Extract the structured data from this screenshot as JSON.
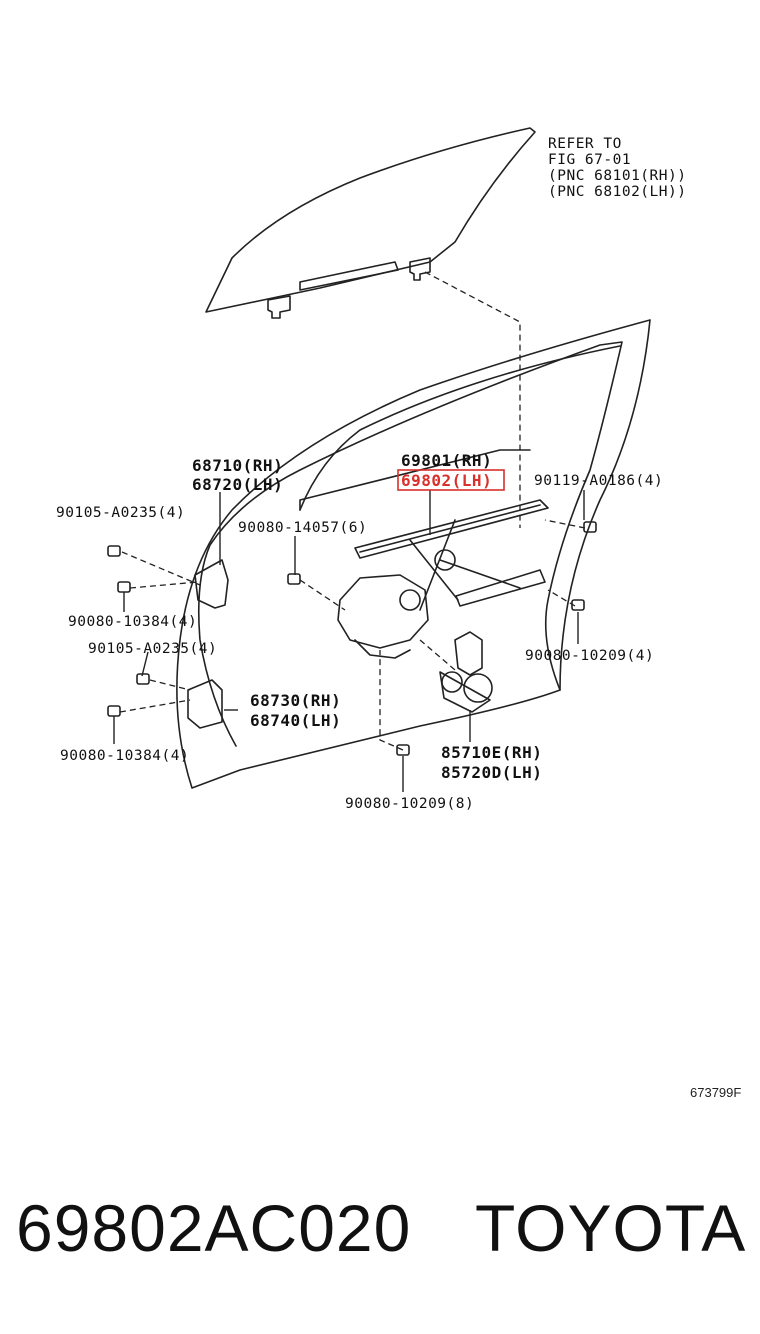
{
  "refer": {
    "line1": "REFER TO",
    "line2": "FIG 67-01",
    "line3": "(PNC 68101(RH))",
    "line4": "(PNC 68102(LH))"
  },
  "labels": {
    "run_rh": "68710(RH)",
    "run_lh": "68720(LH)",
    "regulator_rh": "69801(RH)",
    "regulator_lh": "69802(LH)",
    "bolt_a0186": "90119-A0186(4)",
    "bolt_a0235_top": "90105-A0235(4)",
    "bolt_14057": "90080-14057(6)",
    "bolt_10384_top": "90080-10384(4)",
    "bolt_a0235_mid": "90105-A0235(4)",
    "hinge_rh": "68730(RH)",
    "hinge_lh": "68740(LH)",
    "bolt_10209_right": "90080-10209(4)",
    "motor_rh": "85710E(RH)",
    "motor_lh": "85720D(LH)",
    "bolt_10384_bottom": "90080-10384(4)",
    "bolt_10209_bottom": "90080-10209(8)"
  },
  "figure_code": "673799F",
  "part_number": "69802AC020",
  "brand": "TOYOTA",
  "colors": {
    "highlight": "#d9302a",
    "line": "#222222"
  }
}
